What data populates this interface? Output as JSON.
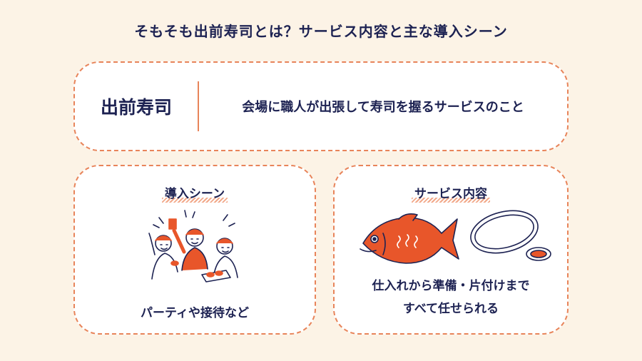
{
  "heading": "そもそも出前寿司とは？サービス内容と主な導入シーン",
  "top_card": {
    "term": "出前寿司",
    "definition": "会場に職人が出張して寿司を握るサービスのこと"
  },
  "scene_card": {
    "title": "導入シーン",
    "caption": "パーティや接待など",
    "illustration_icon": "party-people-illustration"
  },
  "service_card": {
    "title": "サービス内容",
    "caption_line1": "仕入れから準備・片付けまで",
    "caption_line2": "すべて任せられる",
    "illustration_icons": [
      "sea-bream-fish-icon",
      "serving-platter-icon",
      "soy-sauce-dish-icon"
    ]
  },
  "colors": {
    "background": "#fcf3e6",
    "card_border": "#e8845a",
    "accent": "#e8562a",
    "text": "#1d2252"
  }
}
